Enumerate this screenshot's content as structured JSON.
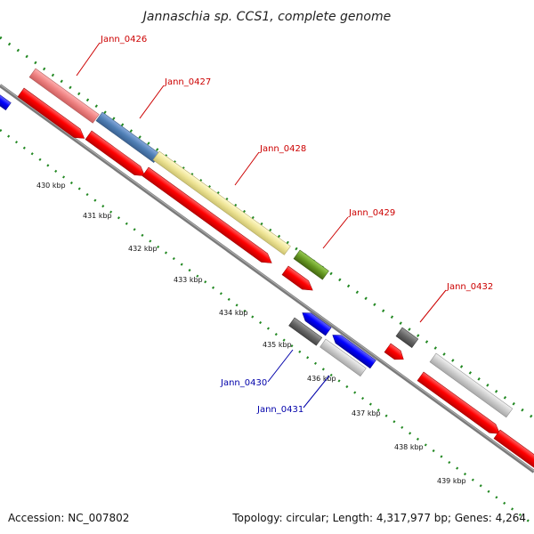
{
  "title": "Jannaschia sp. CCS1, complete genome",
  "footer": {
    "accession": "Accession: NC_007802",
    "summary": "Topology: circular; Length: 4,317,977 bp; Genes: 4,264"
  },
  "ticks": [
    "430 kbp",
    "431 kbp",
    "432 kbp",
    "433 kbp",
    "434 kbp",
    "435 kbp",
    "436 kbp",
    "437 kbp",
    "438 kbp",
    "439 kbp"
  ],
  "gene_labels": [
    {
      "text": "Jann_0426",
      "color": "#cc0000"
    },
    {
      "text": "Jann_0427",
      "color": "#cc0000"
    },
    {
      "text": "Jann_0428",
      "color": "#cc0000"
    },
    {
      "text": "Jann_0429",
      "color": "#cc0000"
    },
    {
      "text": "Jann_0432",
      "color": "#cc0000"
    },
    {
      "text": "Jann_0430",
      "color": "#0000aa"
    },
    {
      "text": "Jann_0431",
      "color": "#0000aa"
    }
  ],
  "colors": {
    "forward_cds": "#ee1111",
    "reverse_cds": "#1111ee",
    "backbone": "#888888",
    "gc_dots": "#228822",
    "pink": "#ee8888",
    "steelblue": "#5588bb",
    "khaki": "#eee499",
    "olive": "#669922",
    "darkgray": "#666666",
    "lightgray": "#cccccc"
  }
}
